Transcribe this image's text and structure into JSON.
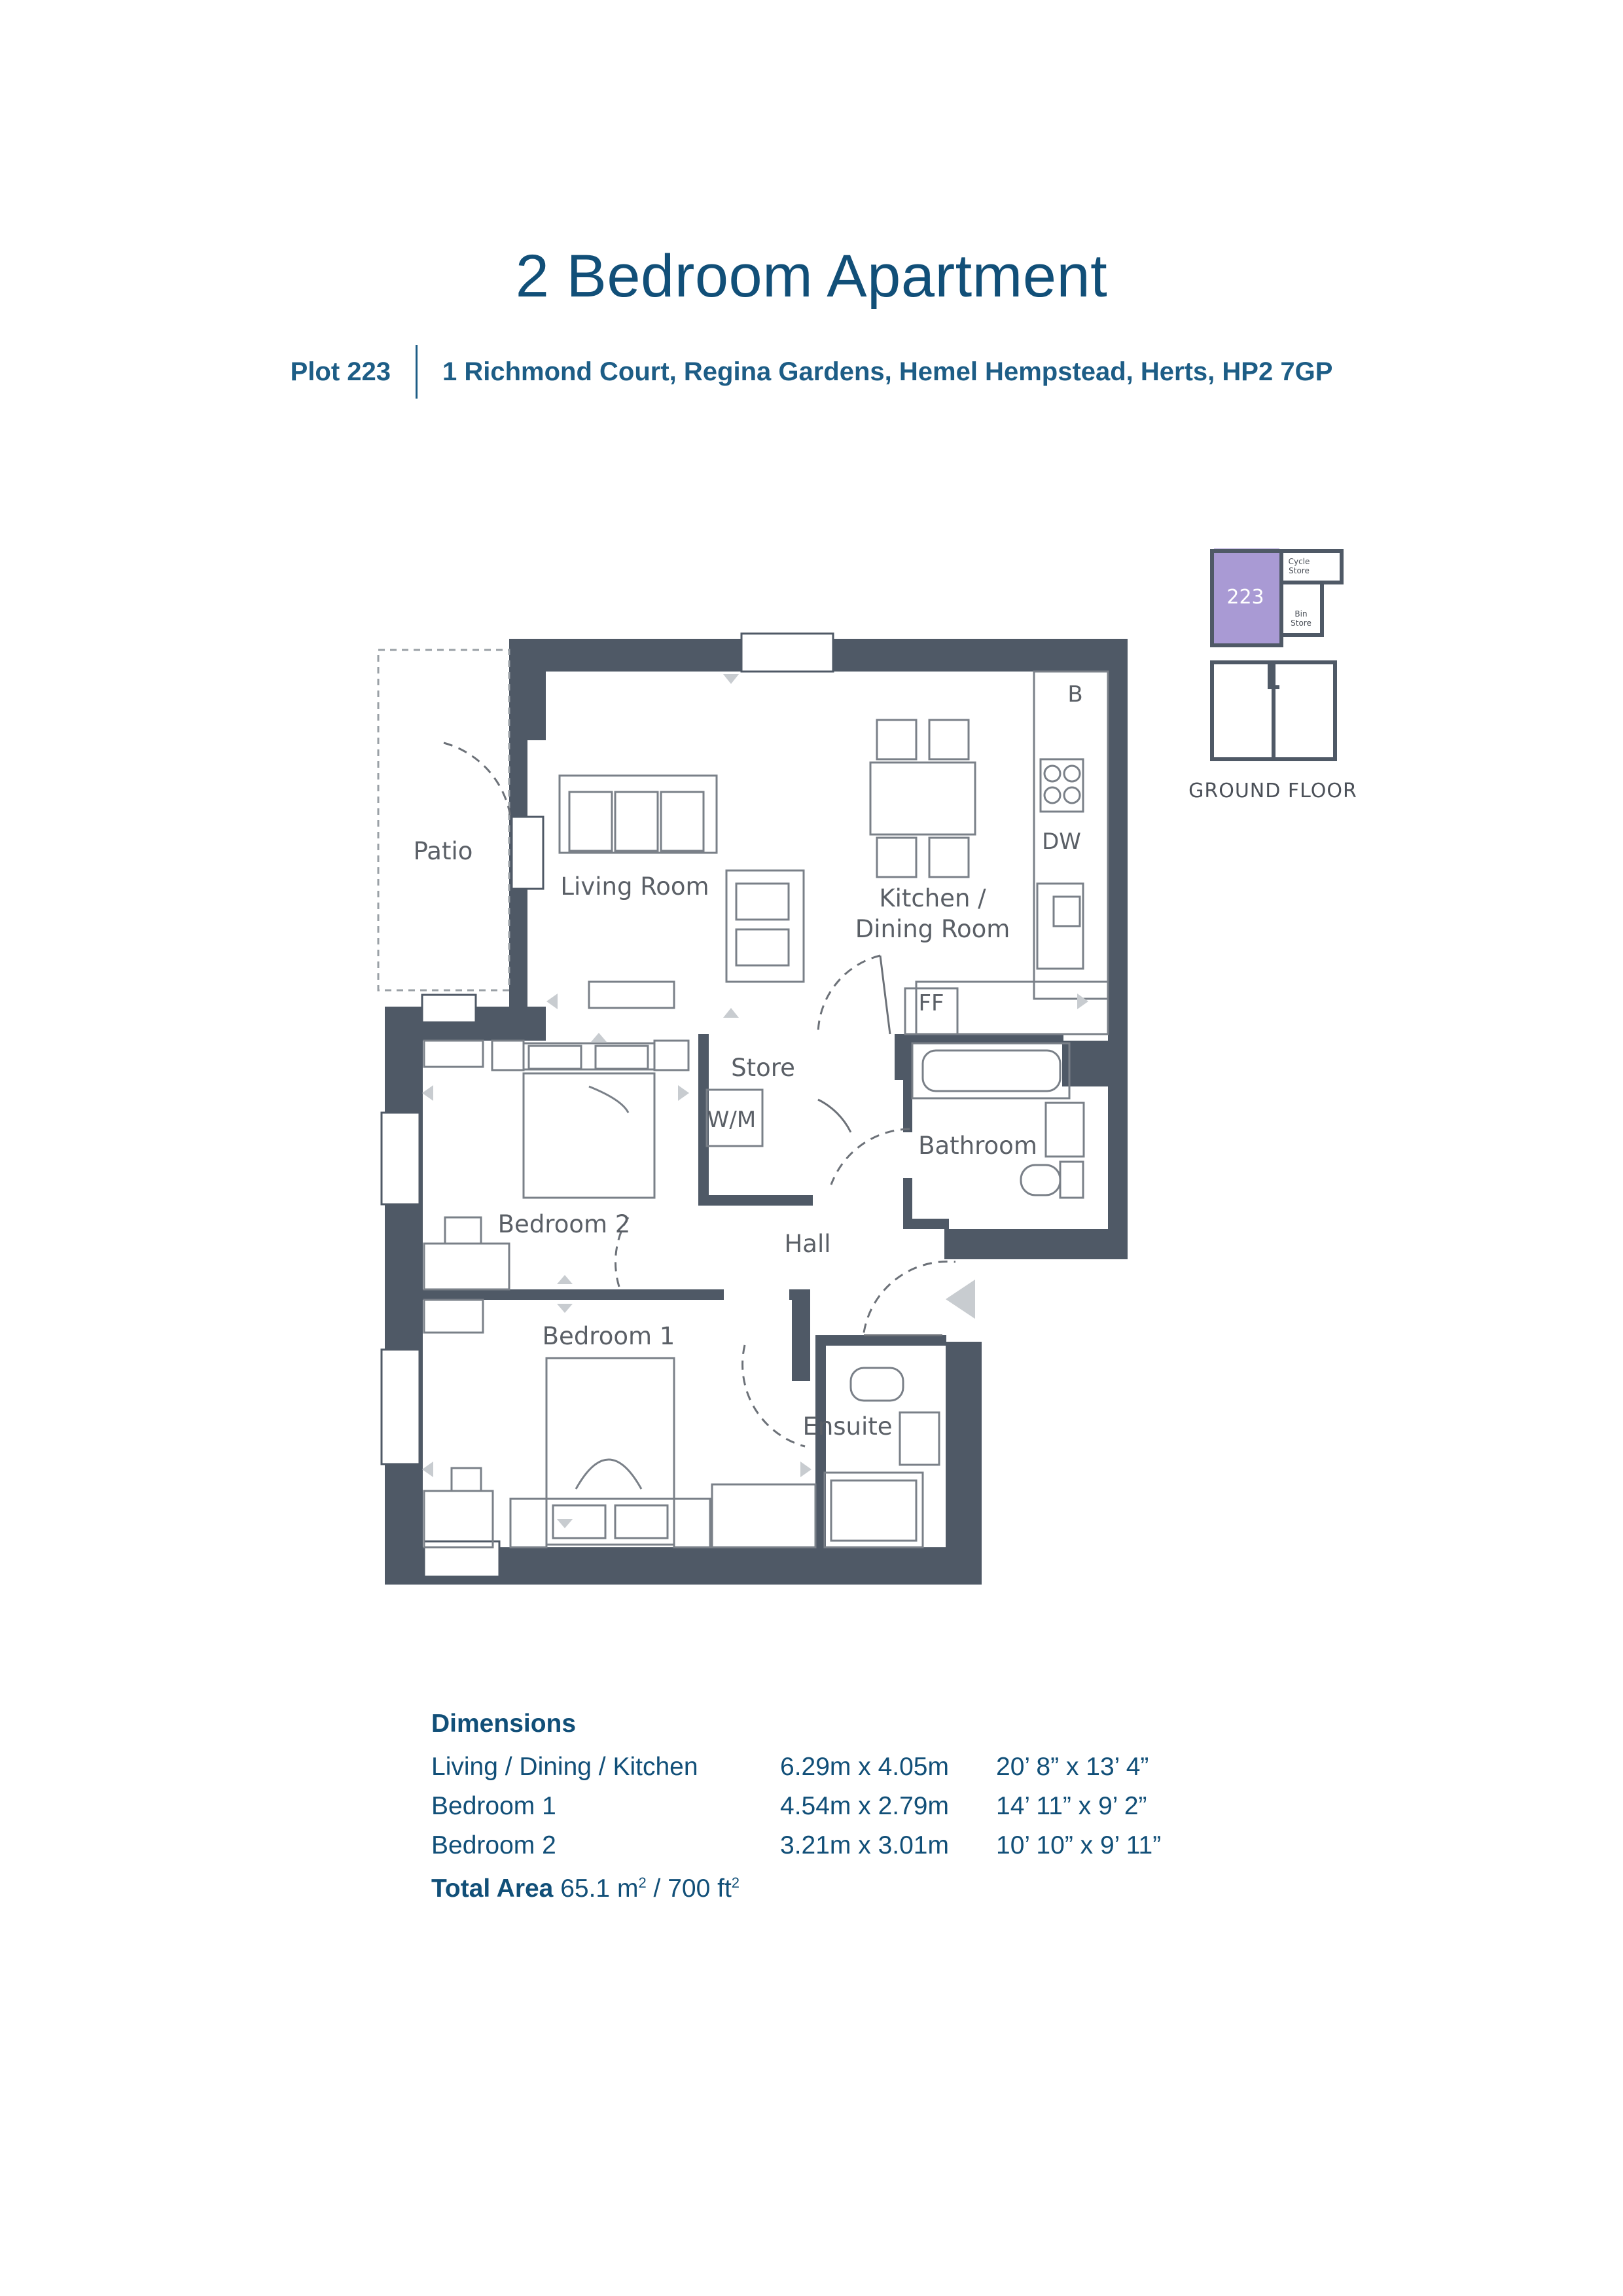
{
  "header": {
    "title": "2 Bedroom Apartment",
    "plot": "Plot 223",
    "address": "1 Richmond Court, Regina Gardens, Hemel Hempstead, Herts, HP2 7GP"
  },
  "rooms": {
    "patio": "Patio",
    "living_room": "Living Room",
    "kitchen_line1": "Kitchen /",
    "kitchen_line2": "Dining Room",
    "store": "Store",
    "wm": "W/M",
    "bathroom": "Bathroom",
    "bedroom2": "Bedroom 2",
    "hall": "Hall",
    "bedroom1": "Bedroom 1",
    "ensuite": "Ensuite",
    "boiler": "B",
    "dishwasher": "DW",
    "fridge_freezer": "FF"
  },
  "key_plan": {
    "plot_number": "223",
    "cycle_store_line1": "Cycle",
    "cycle_store_line2": "Store",
    "bin_store_line1": "Bin",
    "bin_store_line2": "Store",
    "floor_label": "GROUND FLOOR"
  },
  "dimensions": {
    "heading": "Dimensions",
    "rows": [
      {
        "room": "Living / Dining / Kitchen",
        "metric": "6.29m x 4.05m",
        "imperial": "20’ 8” x 13’ 4”"
      },
      {
        "room": "Bedroom 1",
        "metric": "4.54m x 2.79m",
        "imperial": "14’ 11” x 9’ 2”"
      },
      {
        "room": "Bedroom 2",
        "metric": "3.21m x 3.01m",
        "imperial": "10’ 10” x 9’ 11”"
      }
    ],
    "total_label": "Total Area",
    "total_metric": "65.1 m",
    "total_sep": " / ",
    "total_imperial": "700 ft",
    "sq": "2"
  },
  "colors": {
    "wall": "#4f5966",
    "accent": "#114f78",
    "key_highlight": "#a99ad4",
    "fixture": "#7a8088"
  }
}
